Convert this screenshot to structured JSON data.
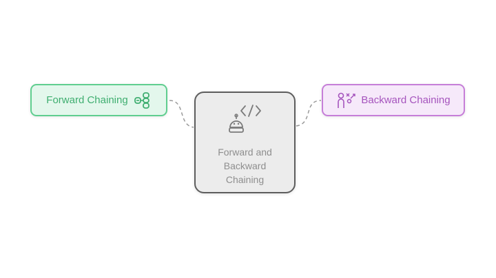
{
  "diagram": {
    "center_node": {
      "label": "Forward and Backward Chaining",
      "icons": [
        "code-icon",
        "robot-icon"
      ]
    },
    "left_node": {
      "label": "Forward Chaining",
      "icon": "link-chain-icon"
    },
    "right_node": {
      "label": "Backward Chaining",
      "icon": "decision-person-icon"
    }
  },
  "colors": {
    "left_border": "#5fce8f",
    "left_fill": "#e3f7ec",
    "left_text": "#3fae70",
    "right_border": "#c67ed8",
    "right_fill": "#f6e9fa",
    "right_text": "#a554bd",
    "center_border": "#5d5d5d",
    "center_fill": "#ececec",
    "center_text": "#8e8e8e",
    "connector": "#9a9a9a"
  }
}
